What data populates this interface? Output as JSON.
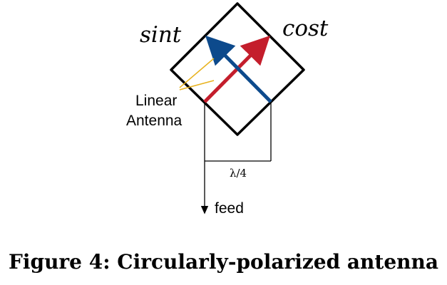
{
  "labels": {
    "sin": "sint",
    "cos": "cost",
    "linear_antenna_line1": "Linear",
    "linear_antenna_line2": "Antenna",
    "spacing": "λ/4",
    "feed": "feed"
  },
  "caption": "Figure 4: Circularly-polarized antenna",
  "colors": {
    "sin_arrow": "#0d4a8c",
    "cos_arrow": "#c41e2c",
    "pointer_lines": "#e8b21e",
    "outline": "#000000"
  }
}
